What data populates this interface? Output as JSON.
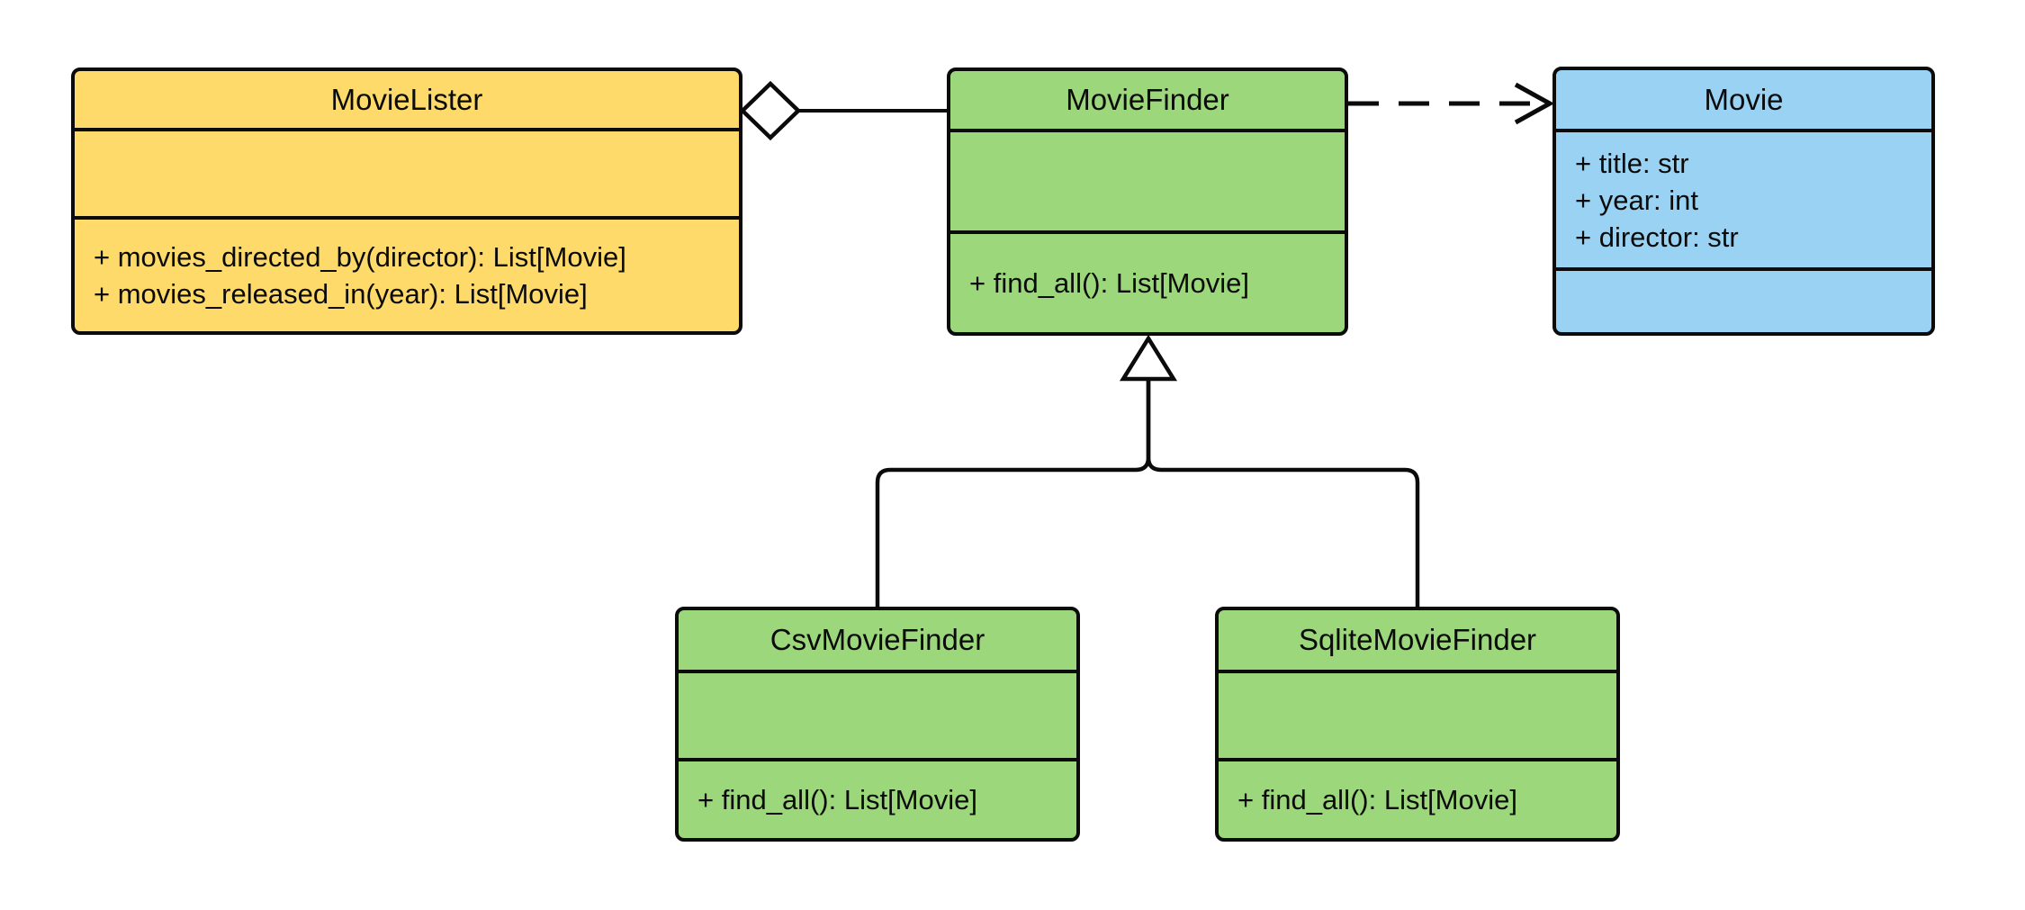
{
  "diagram": {
    "type": "uml-class-diagram",
    "background": "#FFFFFF",
    "classes": {
      "movie_lister": {
        "name": "MovieLister",
        "attributes": [],
        "methods": [
          "+ movies_directed_by(director): List[Movie]",
          "+ movies_released_in(year): List[Movie]"
        ],
        "fill": "#FDDA69"
      },
      "movie_finder": {
        "name": "MovieFinder",
        "attributes": [],
        "methods": [
          "+ find_all(): List[Movie]"
        ],
        "fill": "#9CD77C"
      },
      "movie": {
        "name": "Movie",
        "attributes": [
          "+ title: str",
          "+ year: int",
          "+ director: str"
        ],
        "methods": [],
        "fill": "#9AD2F3"
      },
      "csv_movie_finder": {
        "name": "CsvMovieFinder",
        "attributes": [],
        "methods": [
          "+ find_all(): List[Movie]"
        ],
        "fill": "#9CD77C"
      },
      "sqlite_movie_finder": {
        "name": "SqliteMovieFinder",
        "attributes": [],
        "methods": [
          "+ find_all(): List[Movie]"
        ],
        "fill": "#9CD77C"
      }
    },
    "relationships": [
      {
        "type": "aggregation",
        "from": "MovieLister",
        "to": "MovieFinder",
        "marker": "hollow-diamond",
        "line": "solid"
      },
      {
        "type": "dependency",
        "from": "MovieFinder",
        "to": "Movie",
        "marker": "open-arrow",
        "line": "dashed"
      },
      {
        "type": "generalization",
        "from": "CsvMovieFinder",
        "to": "MovieFinder",
        "marker": "hollow-triangle",
        "line": "solid"
      },
      {
        "type": "generalization",
        "from": "SqliteMovieFinder",
        "to": "MovieFinder",
        "marker": "hollow-triangle",
        "line": "solid"
      }
    ],
    "colors": {
      "yellow": "#FDDA69",
      "green": "#9CD77C",
      "blue": "#9AD2F3",
      "stroke": "#0B0B0B",
      "background": "#FFFFFF"
    }
  }
}
